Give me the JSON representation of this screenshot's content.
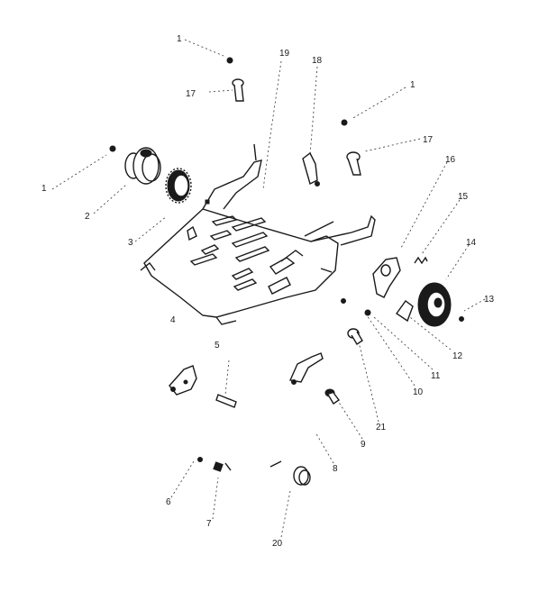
{
  "diagram": {
    "part_labels": [
      {
        "id": "p1a",
        "text": "1"
      },
      {
        "id": "p1b",
        "text": "1"
      },
      {
        "id": "p1c",
        "text": "1"
      },
      {
        "id": "p2",
        "text": "2"
      },
      {
        "id": "p3",
        "text": "3"
      },
      {
        "id": "p4",
        "text": "4"
      },
      {
        "id": "p5",
        "text": "5"
      },
      {
        "id": "p6",
        "text": "6"
      },
      {
        "id": "p7",
        "text": "7"
      },
      {
        "id": "p8",
        "text": "8"
      },
      {
        "id": "p9",
        "text": "9"
      },
      {
        "id": "p10",
        "text": "10"
      },
      {
        "id": "p11",
        "text": "11"
      },
      {
        "id": "p12",
        "text": "12"
      },
      {
        "id": "p13",
        "text": "13"
      },
      {
        "id": "p14",
        "text": "14"
      },
      {
        "id": "p15",
        "text": "15"
      },
      {
        "id": "p16",
        "text": "16"
      },
      {
        "id": "p17a",
        "text": "17"
      },
      {
        "id": "p17b",
        "text": "17"
      },
      {
        "id": "p18",
        "text": "18"
      },
      {
        "id": "p19",
        "text": "19"
      },
      {
        "id": "p20",
        "text": "20"
      },
      {
        "id": "p21",
        "text": "21"
      }
    ]
  }
}
